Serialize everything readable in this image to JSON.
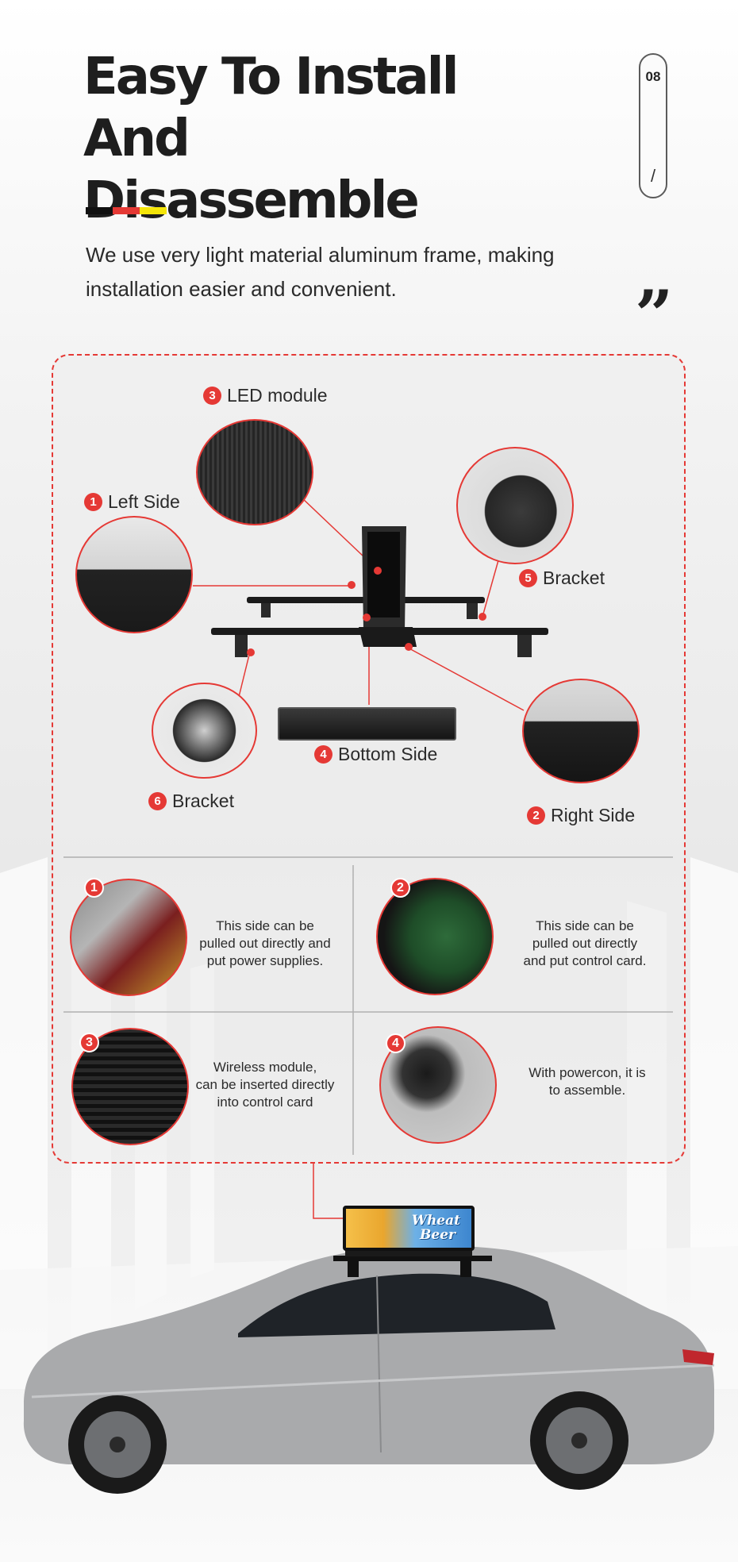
{
  "header": {
    "title_line1": "Easy To Install And",
    "title_line2": "Disassemble",
    "page_number": "08",
    "page_slash": "/",
    "subtitle_line1": "We use very light material aluminum frame, making",
    "subtitle_line2": "installation easier and convenient.",
    "quote_mark": "”",
    "accent_colors": [
      "#111111",
      "#e53935",
      "#f5e60a"
    ]
  },
  "diagram": {
    "callouts": [
      {
        "number": "1",
        "label": "Left Side"
      },
      {
        "number": "2",
        "label": "Right Side"
      },
      {
        "number": "3",
        "label": "LED module"
      },
      {
        "number": "4",
        "label": "Bottom Side"
      },
      {
        "number": "5",
        "label": "Bracket"
      },
      {
        "number": "6",
        "label": "Bracket"
      }
    ]
  },
  "features": [
    {
      "number": "1",
      "line1": "This side can be",
      "line2": "pulled out directly and",
      "line3": "put power supplies."
    },
    {
      "number": "2",
      "line1": "This side can be",
      "line2": "pulled out directly",
      "line3": "and put control card."
    },
    {
      "number": "3",
      "line1": "Wireless module,",
      "line2": "can be inserted directly",
      "line3": "into control card"
    },
    {
      "number": "4",
      "line1": "With powercon, it is",
      "line2": "to assemble.",
      "line3": ""
    }
  ],
  "sign": {
    "line1": "Wheat",
    "line2": "Beer"
  },
  "colors": {
    "accent_red": "#e53935",
    "dark": "#1e1e1e",
    "panel_bg": "#ececec"
  }
}
